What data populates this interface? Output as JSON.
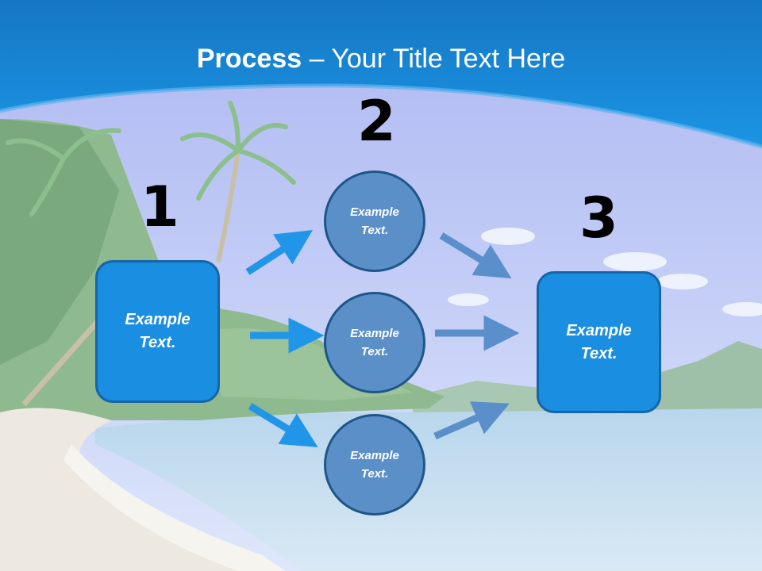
{
  "slide": {
    "title_bold": "Process",
    "title_rest": " – Your Title Text Here",
    "steps": [
      {
        "number": "1",
        "line1": "Example",
        "line2": "Text."
      },
      {
        "number": "2"
      },
      {
        "number": "3",
        "line1": "Example",
        "line2": "Text."
      }
    ],
    "circles": [
      {
        "line1": "Example",
        "line2": "Text."
      },
      {
        "line1": "Example",
        "line2": "Text."
      },
      {
        "line1": "Example",
        "line2": "Text."
      }
    ]
  },
  "colors": {
    "header_blue": "#1a8ee0",
    "box_fill": "#1a8ee0",
    "circle_fill": "#5a8fc8",
    "arrow_left": "#2196e8",
    "arrow_right": "#5b8fcc"
  }
}
